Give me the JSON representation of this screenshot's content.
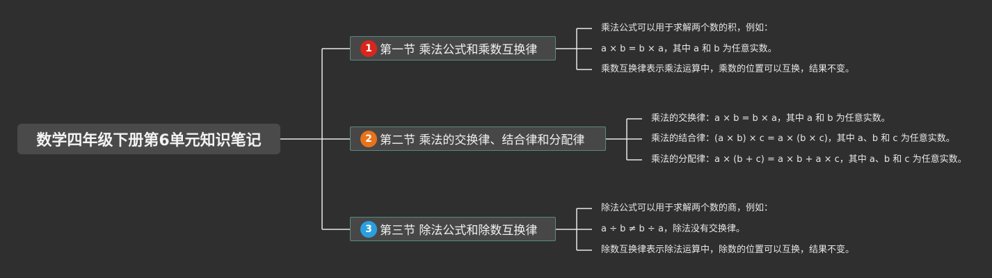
{
  "mindmap": {
    "root": {
      "title": "数学四年级下册第6单元知识笔记"
    },
    "branches": [
      {
        "badge": "1",
        "badge_color": "#d9261c",
        "title": "第一节 乘法公式和乘数互换律",
        "leaves": [
          "乘法公式可以用于求解两个数的积，例如：",
          "a × b = b × a，其中 a 和 b 为任意实数。",
          "乘数互换律表示乘法运算中，乘数的位置可以互换，结果不变。"
        ]
      },
      {
        "badge": "2",
        "badge_color": "#e8731a",
        "title": "第二节 乘法的交换律、结合律和分配律",
        "leaves": [
          "乘法的交换律：a × b = b × a，其中 a 和 b 为任意实数。",
          "乘法的结合律：(a × b) × c = a × (b × c)，其中 a、b 和 c 为任意实数。",
          "乘法的分配律：a × (b + c) = a × b + a × c，其中 a、b 和 c 为任意实数。"
        ]
      },
      {
        "badge": "3",
        "badge_color": "#2a9fe0",
        "title": "第三节 除法公式和除数互换律",
        "leaves": [
          "除法公式可以用于求解两个数的商，例如：",
          "a ÷ b ≠ b ÷ a，除法没有交换律。",
          "除数互换律表示除法运算中，除数的位置可以互换，结果不变。"
        ]
      }
    ]
  }
}
